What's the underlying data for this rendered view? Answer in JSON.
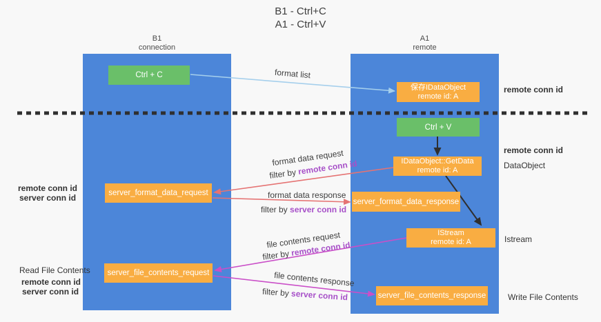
{
  "title": {
    "line1": "B1 - Ctrl+C",
    "line2": "A1 - Ctrl+V"
  },
  "columns": {
    "left": {
      "name": "B1",
      "subtitle": "connection"
    },
    "right": {
      "name": "A1",
      "subtitle": "remote"
    }
  },
  "colors": {
    "column_blue": "#4c86d9",
    "node_green": "#6abf69",
    "node_orange": "#f9ad42",
    "arrow_light_blue": "#a5cfec",
    "arrow_red": "#e57373",
    "arrow_magenta": "#ca4fc8",
    "arrow_black": "#2f2f2f",
    "text_purple": "#a750c8",
    "text_green": "#53ae53"
  },
  "nodes": {
    "ctrl_c": "Ctrl + C",
    "ctrl_v": "Ctrl + V",
    "save_dataobject": {
      "line1": "保存IDataObject",
      "line2": "remote id: A"
    },
    "getdata": {
      "line1": "IDataObject::GetData",
      "line2": "remote id: A"
    },
    "istream": {
      "line1": "IStream",
      "line2": "remote id: A"
    },
    "format_request": "server_format_data_request",
    "format_response": "server_format_data_response",
    "file_request": "server_file_contents_request",
    "file_response": "server_file_contents_response"
  },
  "side": {
    "remote_top": "remote conn id",
    "remote_mid": "remote conn id",
    "dataobject": "DataObject",
    "istream_label": "Istream",
    "write_file": "Write File Contents",
    "read_file": "Read File Contents",
    "pair1": {
      "remote": "remote conn id",
      "server": "server conn id"
    },
    "pair2": {
      "remote": "remote conn id",
      "server": "server conn id"
    }
  },
  "arrows": {
    "format_list": "format list",
    "format_request": {
      "text": "format data request",
      "filter_prefix": "filter by",
      "filter_key": "remote conn id"
    },
    "format_response": {
      "text": "format data response",
      "filter_prefix": "filter by",
      "filter_key": "server conn id"
    },
    "file_request": {
      "text": "file contents request",
      "filter_prefix": "filter by",
      "filter_key": "remote conn id"
    },
    "file_response": {
      "text": "file contents response",
      "filter_prefix": "filter by",
      "filter_key": "server conn id"
    }
  }
}
